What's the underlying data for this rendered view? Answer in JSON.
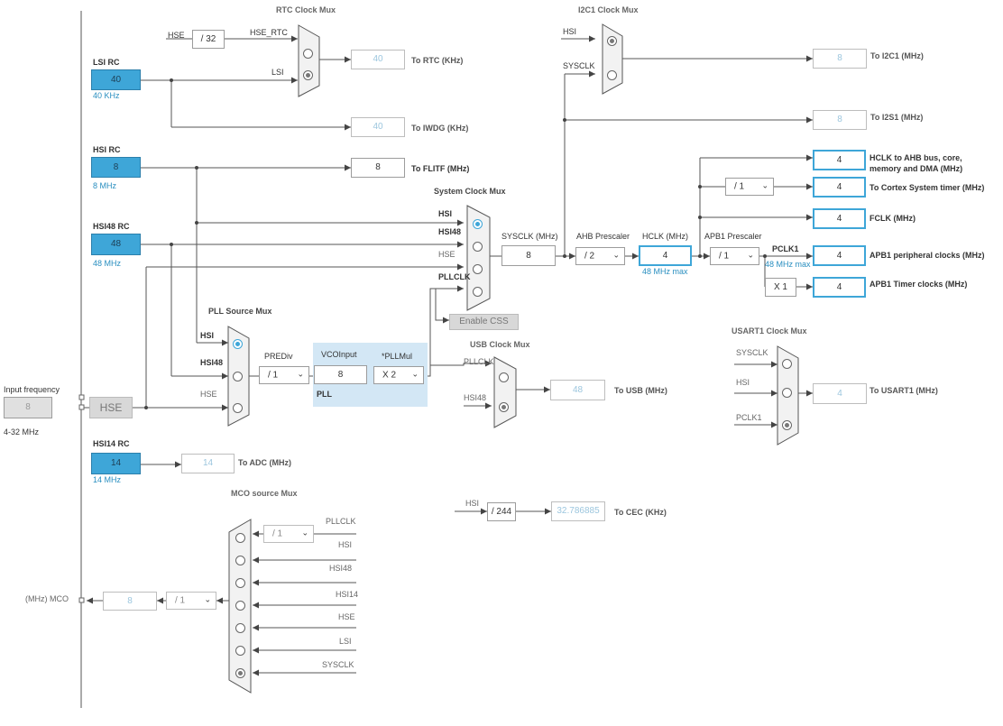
{
  "input": {
    "label": "Input frequency",
    "value": "8",
    "range": "4-32 MHz",
    "hse_button": "HSE"
  },
  "oscillators": {
    "lsi": {
      "title": "LSI RC",
      "value": "40",
      "freq": "40 KHz"
    },
    "hsi": {
      "title": "HSI RC",
      "value": "8",
      "freq": "8 MHz"
    },
    "hsi48": {
      "title": "HSI48 RC",
      "value": "48",
      "freq": "48 MHz"
    },
    "hsi14": {
      "title": "HSI14 RC",
      "value": "14",
      "freq": "14 MHz"
    }
  },
  "rtc": {
    "title": "RTC Clock Mux",
    "hse_label": "HSE",
    "div": "/ 32",
    "hse_rtc_label": "HSE_RTC",
    "lsi_label": "LSI",
    "value": "40",
    "dest": "To RTC (KHz)"
  },
  "iwdg": {
    "value": "40",
    "dest": "To IWDG (KHz)"
  },
  "flitf": {
    "value": "8",
    "dest": "To FLITF (MHz)"
  },
  "i2c1": {
    "title": "I2C1 Clock Mux",
    "hsi_label": "HSI",
    "sysclk_label": "SYSCLK",
    "value": "8",
    "dest": "To I2C1 (MHz)"
  },
  "i2s1": {
    "value": "8",
    "dest": "To I2S1 (MHz)"
  },
  "sysmux": {
    "title": "System Clock Mux",
    "inputs": [
      "HSI",
      "HSI48",
      "HSE",
      "PLLCLK"
    ],
    "enable_css": "Enable CSS"
  },
  "sysclk": {
    "label": "SYSCLK (MHz)",
    "value": "8"
  },
  "ahb": {
    "label": "AHB Prescaler",
    "value": "/ 2"
  },
  "hclk": {
    "label": "HCLK (MHz)",
    "value": "4",
    "max": "48 MHz max"
  },
  "apb1": {
    "label": "APB1 Prescaler",
    "value": "/ 1",
    "pclk_label": "PCLK1",
    "pclk_max": "48 MHz max",
    "timer_mult": "X 1"
  },
  "cortex_div": "/ 1",
  "outputs": [
    {
      "value": "4",
      "dest": "HCLK to AHB bus, core, memory and DMA (MHz)"
    },
    {
      "value": "4",
      "dest": "To Cortex System timer (MHz)"
    },
    {
      "value": "4",
      "dest": "FCLK (MHz)"
    },
    {
      "value": "4",
      "dest": "APB1 peripheral clocks (MHz)"
    },
    {
      "value": "4",
      "dest": "APB1 Timer clocks (MHz)"
    }
  ],
  "pll": {
    "src_title": "PLL Source Mux",
    "src_inputs": [
      "HSI",
      "HSI48",
      "HSE"
    ],
    "prediv_label": "PREDiv",
    "prediv_value": "/ 1",
    "vco_label": "VCOInput",
    "vco_value": "8",
    "mul_label": "*PLLMul",
    "mul_value": "X 2",
    "pll_label": "PLL"
  },
  "usb": {
    "title": "USB Clock Mux",
    "pllclk_label": "PLLCLK",
    "hsi48_label": "HSI48",
    "value": "48",
    "dest": "To USB (MHz)"
  },
  "usart1": {
    "title": "USART1 Clock Mux",
    "inputs": [
      "SYSCLK",
      "HSI",
      "PCLK1"
    ],
    "value": "4",
    "dest": "To USART1 (MHz)"
  },
  "adc": {
    "value": "14",
    "dest": "To ADC (MHz)"
  },
  "cec": {
    "hsi_label": "HSI",
    "div": "/ 244",
    "value": "32.786885",
    "dest": "To CEC (KHz)"
  },
  "mco": {
    "title": "MCO source Mux",
    "inputs": [
      "PLLCLK",
      "HSI",
      "HSI48",
      "HSI14",
      "HSE",
      "LSI",
      "SYSCLK"
    ],
    "pll_div": "/ 1",
    "div": "/ 1",
    "value": "8",
    "label": "(MHz) MCO"
  },
  "colors": {
    "accent": "#3ea6d8",
    "osc_fill": "#3ea6d8",
    "pll_bg": "#d3e7f5",
    "wire": "#555555"
  }
}
